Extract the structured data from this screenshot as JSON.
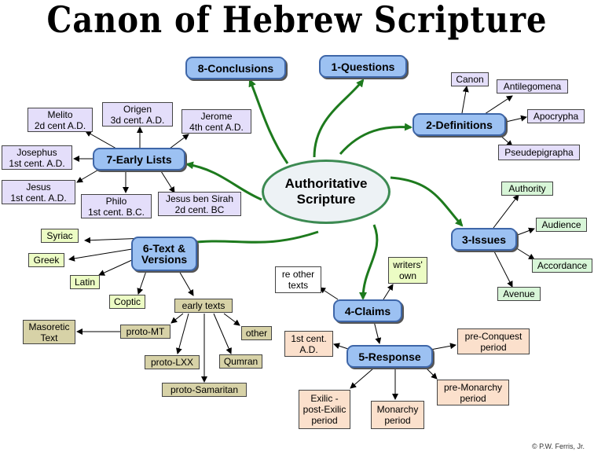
{
  "title": "Canon of Hebrew Scripture",
  "center": "Authoritative\nScripture",
  "main": {
    "q": "1-Questions",
    "defs": "2-Definitions",
    "issues": "3-Issues",
    "claims": "4-Claims",
    "response": "5-Response",
    "text": "6-Text &\nVersions",
    "early": "7-Early Lists",
    "concl": "8-Conclusions"
  },
  "definitions": [
    "Canon",
    "Antilegomena",
    "Apocrypha",
    "Pseudepigrapha"
  ],
  "issues": [
    "Authority",
    "Audience",
    "Accordance",
    "Avenue"
  ],
  "claims": [
    "re other\ntexts",
    "writers'\nown"
  ],
  "response": [
    "1st cent.\nA.D.",
    "pre-Conquest\nperiod",
    "pre-Monarchy\nperiod",
    "Monarchy\nperiod",
    "Exilic -\npost-Exilic\nperiod"
  ],
  "versions": [
    "Syriac",
    "Greek",
    "Latin",
    "Coptic",
    "early texts",
    "proto-MT",
    "Masoretic\nText",
    "proto-LXX",
    "proto-Samaritan",
    "Qumran",
    "other"
  ],
  "early_lists": [
    "Melito\n2d cent A.D.",
    "Origen\n3d cent. A.D.",
    "Jerome\n4th cent A.D.",
    "Josephus\n1st cent. A.D.",
    "Jesus\n1st cent. A.D.",
    "Philo\n1st cent. B.C.",
    "Jesus ben Sirah\n2d cent. BC"
  ],
  "credit": "© P.W. Ferris, Jr.",
  "colors": {
    "main": "#9cc1f2",
    "green_arrow": "#1d7a1d",
    "center_border": "#3c8a52"
  }
}
